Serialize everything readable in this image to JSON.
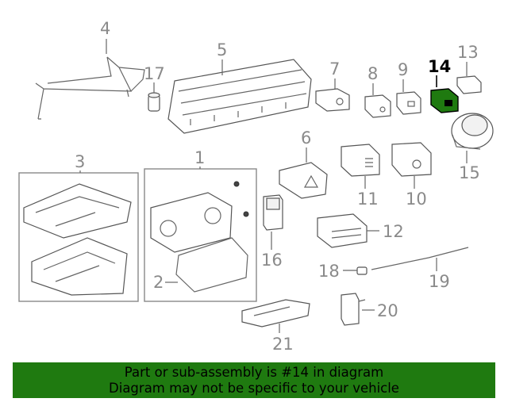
{
  "callouts": {
    "c1": "1",
    "c2": "2",
    "c3": "3",
    "c4": "4",
    "c5": "5",
    "c6": "6",
    "c7": "7",
    "c8": "8",
    "c9": "9",
    "c10": "10",
    "c11": "11",
    "c12": "12",
    "c13": "13",
    "c14": "14",
    "c15": "15",
    "c16": "16",
    "c17": "17",
    "c18": "18",
    "c19": "19",
    "c20": "20",
    "c21": "21"
  },
  "highlight_callout": "14",
  "highlight_color": "#1f7a10",
  "banner": {
    "line1": "Part or sub-assembly is #14 in diagram",
    "line2": "Diagram may not be specific to your vehicle"
  }
}
